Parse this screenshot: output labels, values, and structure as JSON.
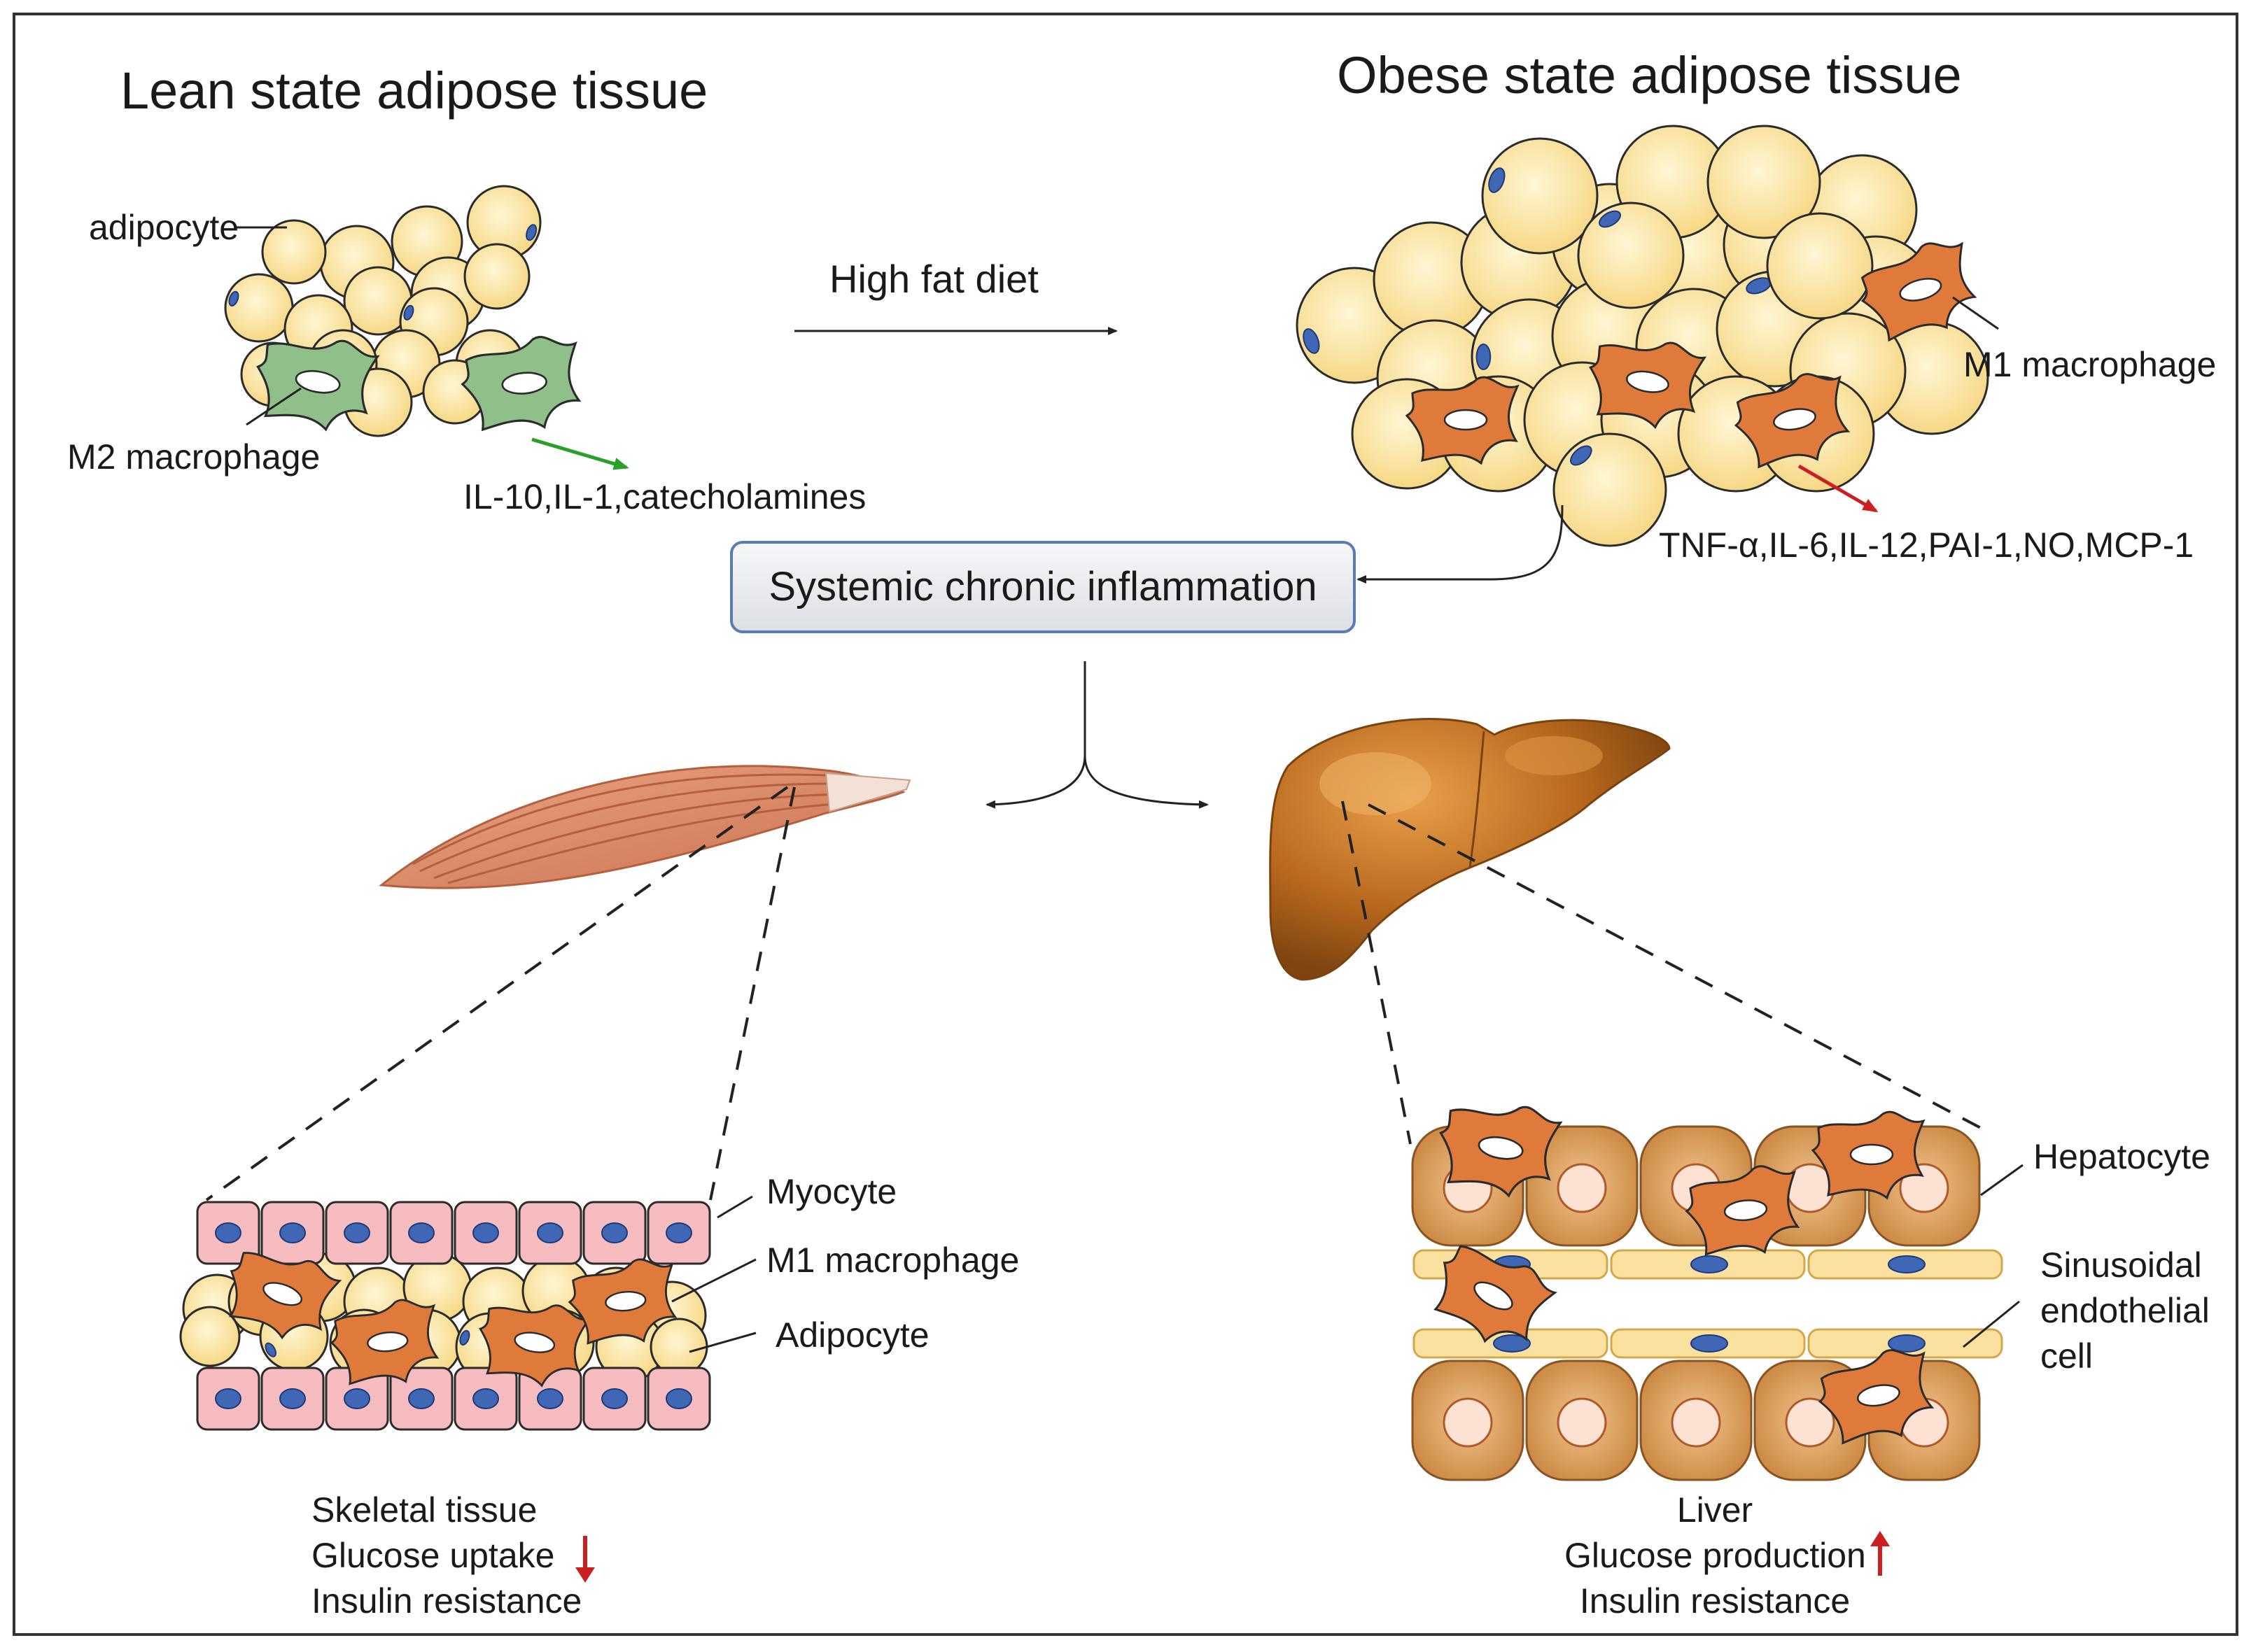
{
  "lean": {
    "title": "Lean state adipose tissue",
    "adipocyte_label": "adipocyte",
    "macrophage_label": "M2 macrophage",
    "secretions": "IL-10,IL-1,catecholamines"
  },
  "arrow_label": "High fat diet",
  "obese": {
    "title": "Obese state adipose tissue",
    "macrophage_label": "M1 macrophage",
    "secretions": "TNF-α,IL-6,IL-12,PAI-1,NO,MCP-1"
  },
  "center_box": "Systemic chronic inflammation",
  "muscle": {
    "myocyte_label": "Myocyte",
    "macrophage_label": "M1 macrophage",
    "adipocyte_label": "Adipocyte",
    "caption": [
      "Skeletal tissue",
      "Glucose uptake",
      "Insulin resistance"
    ],
    "glucose_arrow": "down"
  },
  "liver": {
    "hepatocyte_label": "Hepatocyte",
    "endothelial_label": [
      "Sinusoidal",
      "endothelial",
      "cell"
    ],
    "caption": [
      "Liver",
      "Glucose production",
      "Insulin resistance"
    ],
    "glucose_arrow": "up"
  },
  "colors": {
    "adipocyte_fill": "#fbe3a3",
    "nucleus": "#3f67b5",
    "m2_fill": "#8fc08a",
    "m1_fill": "#e07a3a",
    "myocyte_fill": "#f6bcbf",
    "hepatocyte_fill": "#d79a57",
    "endothelial_fill": "#fbe1a0",
    "muscle_fill": "#d98b68",
    "liver_fill": "#b8681c",
    "green_arrow": "#2aa02a",
    "red_arrow": "#cc1f1f"
  }
}
